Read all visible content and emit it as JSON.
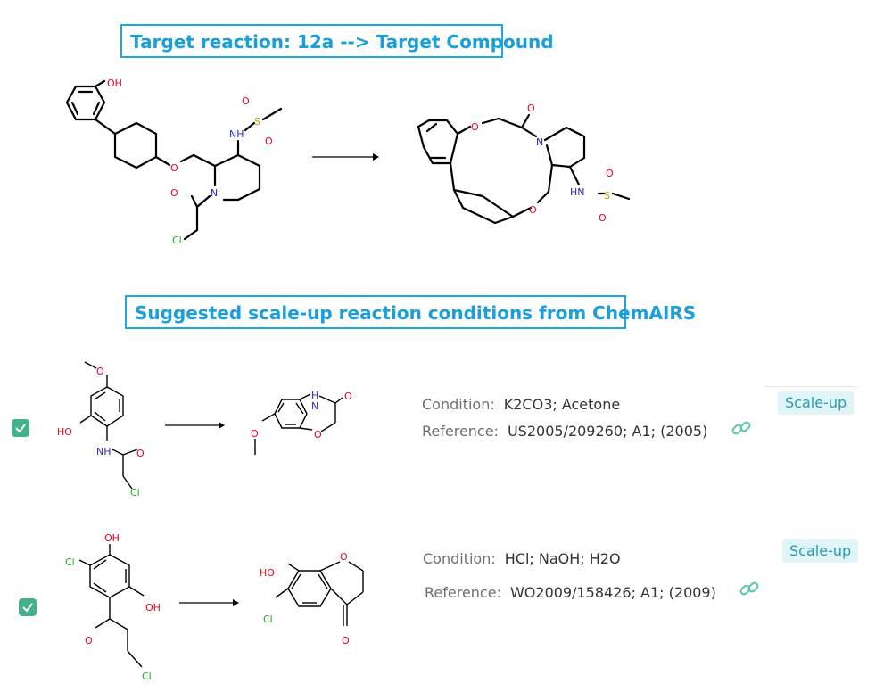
{
  "titles": {
    "target": "Target reaction: 12a --> Target Compound",
    "suggested": "Suggested scale-up reaction conditions from ChemAIRS"
  },
  "atoms": {
    "oh": "OH",
    "ho": "HO",
    "o": "O",
    "n": "N",
    "nh": "NH",
    "hn": "HN",
    "s": "S",
    "cl": "Cl",
    "h": "H"
  },
  "rows": [
    {
      "condition_label": "Condition:",
      "condition_value": "K2CO3; Acetone",
      "reference_label": "Reference:",
      "reference_value": "US2005/209260; A1; (2005)",
      "badge": "Scale-up",
      "checked": true
    },
    {
      "condition_label": "Condition:",
      "condition_value": "HCl; NaOH; H2O",
      "reference_label": "Reference:",
      "reference_value": "WO2009/158426; A1; (2009)",
      "badge": "Scale-up",
      "checked": true
    }
  ],
  "colors": {
    "accent": "#1ea6e0",
    "oxygen": "#e8001c",
    "nitrogen": "#2b2bb3",
    "sulfur": "#b3a400",
    "chlorine": "#1faf1f",
    "check": "#43b28a",
    "badge_bg": "#dff5f8"
  },
  "icons": [
    "checkbox-checked-icon",
    "link-icon",
    "arrow-right-icon"
  ]
}
